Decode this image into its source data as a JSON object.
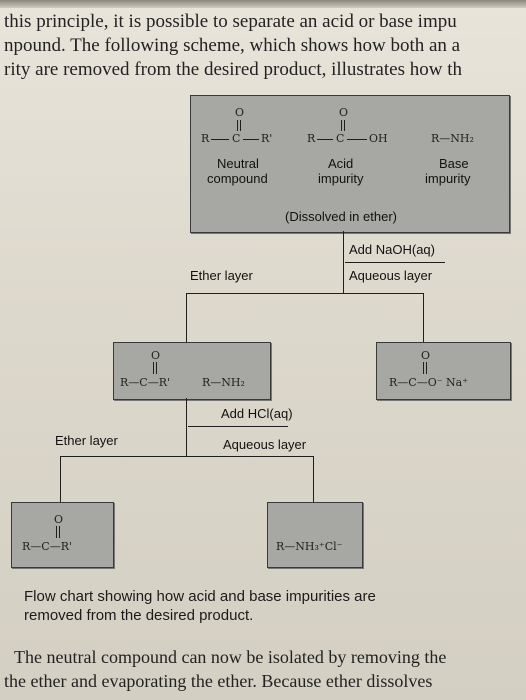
{
  "intro_lines": [
    "this principle, it is possible to separate an acid or base impu",
    "npound. The following scheme, which shows how both an a",
    "rity are removed from the desired product, illustrates how th"
  ],
  "top_box": {
    "neutral": {
      "formula_left": "R",
      "formula_center": "C",
      "formula_right": "R'",
      "carbonyl_o": "O",
      "label1": "Neutral",
      "label2": "compound"
    },
    "acid": {
      "formula_left": "R",
      "formula_center": "C",
      "formula_right": "OH",
      "carbonyl_o": "O",
      "label1": "Acid",
      "label2": "impurity"
    },
    "base": {
      "formula": "R—NH₂",
      "label1": "Base",
      "label2": "impurity"
    },
    "note": "(Dissolved in ether)"
  },
  "step1": {
    "reagent": "Add NaOH(aq)",
    "aqueous_label": "Aqueous layer",
    "ether_label": "Ether layer"
  },
  "mid_box": {
    "formula_left": "R—C—R'",
    "formula_right": "R—NH₂",
    "carbonyl_o": "O"
  },
  "salt_box": {
    "formula": "R—C—O⁻ Na⁺",
    "carbonyl_o": "O"
  },
  "step2": {
    "reagent": "Add HCl(aq)",
    "aqueous_label": "Aqueous layer",
    "ether_label": "Ether layer"
  },
  "final_neutral": {
    "formula": "R—C—R'",
    "carbonyl_o": "O"
  },
  "final_ammonium": {
    "formula": "R—NH₃⁺Cl⁻"
  },
  "caption_lines": [
    "Flow chart showing how acid and base impurities are",
    "removed from the desired product."
  ],
  "outro_lines": [
    "The neutral compound can now be isolated by removing the",
    "the ether and evaporating the ether. Because ether dissolves"
  ]
}
